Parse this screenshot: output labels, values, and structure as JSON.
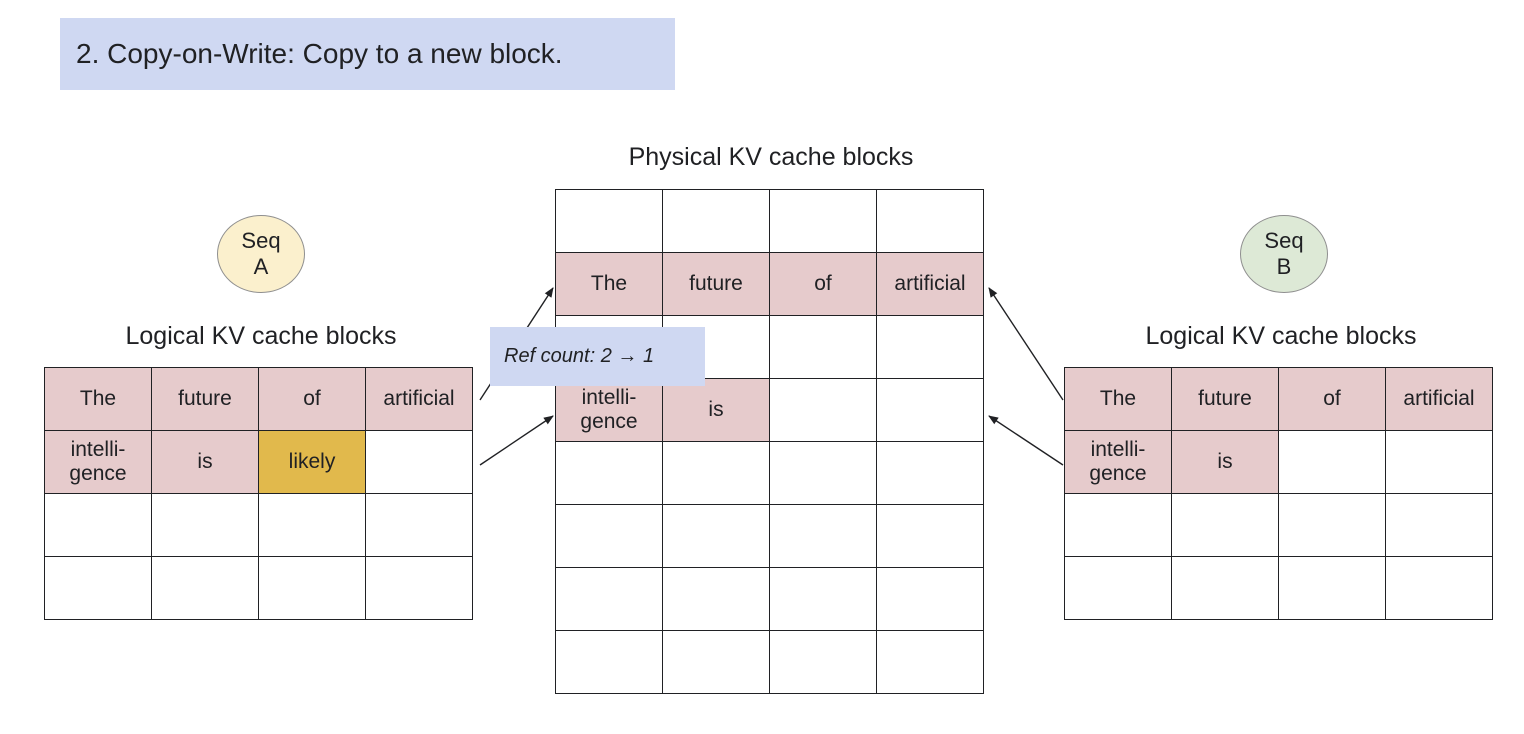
{
  "title": "2. Copy-on-Write: Copy to a new block.",
  "physical": {
    "heading": "Physical KV cache blocks",
    "rows": [
      [
        {
          "t": ""
        },
        {
          "t": ""
        },
        {
          "t": ""
        },
        {
          "t": ""
        }
      ],
      [
        {
          "t": "The",
          "pink": true
        },
        {
          "t": "future",
          "pink": true
        },
        {
          "t": "of",
          "pink": true
        },
        {
          "t": "artificial",
          "pink": true
        }
      ],
      [
        {
          "t": ""
        },
        {
          "t": ""
        },
        {
          "t": ""
        },
        {
          "t": ""
        }
      ],
      [
        {
          "t": "intelli-\ngence",
          "pink": true
        },
        {
          "t": "is",
          "pink": true
        },
        {
          "t": ""
        },
        {
          "t": ""
        }
      ],
      [
        {
          "t": ""
        },
        {
          "t": ""
        },
        {
          "t": ""
        },
        {
          "t": ""
        }
      ],
      [
        {
          "t": ""
        },
        {
          "t": ""
        },
        {
          "t": ""
        },
        {
          "t": ""
        }
      ],
      [
        {
          "t": ""
        },
        {
          "t": ""
        },
        {
          "t": ""
        },
        {
          "t": ""
        }
      ],
      [
        {
          "t": ""
        },
        {
          "t": ""
        },
        {
          "t": ""
        },
        {
          "t": ""
        }
      ]
    ]
  },
  "seq_a": {
    "circle_line1": "Seq",
    "circle_line2": "A",
    "heading": "Logical KV cache blocks",
    "rows": [
      [
        {
          "t": "The",
          "pink": true
        },
        {
          "t": "future",
          "pink": true
        },
        {
          "t": "of",
          "pink": true
        },
        {
          "t": "artificial",
          "pink": true
        }
      ],
      [
        {
          "t": "intelli-\ngence",
          "pink": true
        },
        {
          "t": "is",
          "pink": true
        },
        {
          "t": "likely",
          "gold": true
        },
        {
          "t": ""
        }
      ],
      [
        {
          "t": ""
        },
        {
          "t": ""
        },
        {
          "t": ""
        },
        {
          "t": ""
        }
      ],
      [
        {
          "t": ""
        },
        {
          "t": ""
        },
        {
          "t": ""
        },
        {
          "t": ""
        }
      ]
    ]
  },
  "seq_b": {
    "circle_line1": "Seq",
    "circle_line2": "B",
    "heading": "Logical KV cache blocks",
    "rows": [
      [
        {
          "t": "The",
          "pink": true
        },
        {
          "t": "future",
          "pink": true
        },
        {
          "t": "of",
          "pink": true
        },
        {
          "t": "artificial",
          "pink": true
        }
      ],
      [
        {
          "t": "intelli-\ngence",
          "pink": true
        },
        {
          "t": "is",
          "pink": true
        },
        {
          "t": ""
        },
        {
          "t": ""
        }
      ],
      [
        {
          "t": ""
        },
        {
          "t": ""
        },
        {
          "t": ""
        },
        {
          "t": ""
        }
      ],
      [
        {
          "t": ""
        },
        {
          "t": ""
        },
        {
          "t": ""
        },
        {
          "t": ""
        }
      ]
    ]
  },
  "ref_count": "Ref count: 2 → 1",
  "colors": {
    "highlight_pink": "#e6cbcc",
    "highlight_gold": "#e1b94c",
    "label_blue": "#cfd8f2",
    "seq_a_fill": "#fbf0cd",
    "seq_b_fill": "#dde9d6"
  }
}
